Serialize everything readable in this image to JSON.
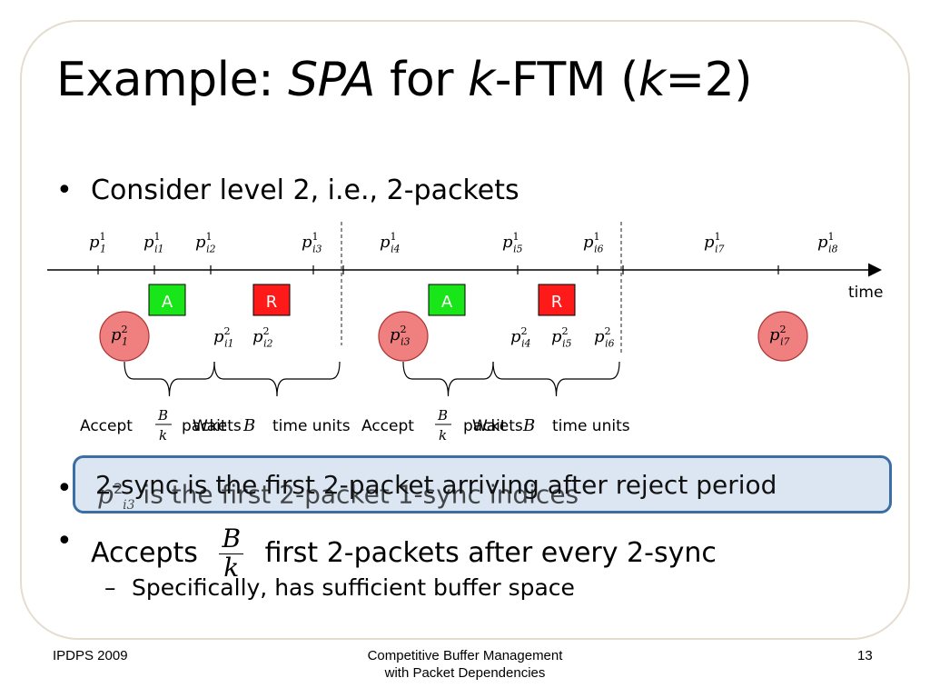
{
  "slide": {
    "title_prefix": "Example: ",
    "title_spa": "SPA",
    "title_for": " for ",
    "title_k": "k",
    "title_ftm": "-FTM (",
    "title_k2": "k",
    "title_eq": "=2)"
  },
  "bullets": {
    "b1": "Consider level 2, i.e., 2-packets",
    "b2_front": "2-sync is the first 2-packet arriving after reject period",
    "b2_back": "is the first 2-packet 1-sync indices",
    "b2_var": "p",
    "b2_sup": "2",
    "b2_sub": "i3",
    "b3_pre": "Accepts",
    "b3_post": "first 2-packets after every 2-sync",
    "frac_num": "B",
    "frac_den": "k",
    "sub1": "Specifically, has sufficient buffer space"
  },
  "timeline": {
    "time_label": "time",
    "level1": [
      {
        "base": "p",
        "sup": "1",
        "sub": "1"
      },
      {
        "base": "p",
        "sup": "1",
        "sub": "i1"
      },
      {
        "base": "p",
        "sup": "1",
        "sub": "i2"
      },
      {
        "base": "p",
        "sup": "1",
        "sub": "i3"
      },
      {
        "base": "p",
        "sup": "1",
        "sub": "i4"
      },
      {
        "base": "p",
        "sup": "1",
        "sub": "i5"
      },
      {
        "base": "p",
        "sup": "1",
        "sub": "i6"
      },
      {
        "base": "p",
        "sup": "1",
        "sub": "i7"
      },
      {
        "base": "p",
        "sup": "1",
        "sub": "i8"
      }
    ],
    "boxes": [
      {
        "label": "A",
        "color": "#19e619"
      },
      {
        "label": "R",
        "color": "#ff1a1a"
      },
      {
        "label": "A",
        "color": "#19e619"
      },
      {
        "label": "R",
        "color": "#ff1a1a"
      }
    ],
    "circles": [
      {
        "base": "p",
        "sup": "2",
        "sub": "1"
      },
      {
        "base": "p",
        "sup": "2",
        "sub": "i3"
      },
      {
        "base": "p",
        "sup": "2",
        "sub": "i7"
      }
    ],
    "level2": [
      {
        "base": "p",
        "sup": "2",
        "sub": "i1"
      },
      {
        "base": "p",
        "sup": "2",
        "sub": "i2"
      },
      {
        "base": "p",
        "sup": "2",
        "sub": "i4"
      },
      {
        "base": "p",
        "sup": "2",
        "sub": "i5"
      },
      {
        "base": "p",
        "sup": "2",
        "sub": "i6"
      }
    ],
    "brace_labels": {
      "accept": "Accept",
      "packets": "packets",
      "wait": "Wait",
      "time_units": "time units",
      "B": "B",
      "k": "k"
    }
  },
  "footer": {
    "left": "IPDPS 2009",
    "center_line1": "Competitive Buffer Management",
    "center_line2": "with Packet Dependencies",
    "page": "13"
  },
  "colors": {
    "accept": "#19e619",
    "reject": "#ff1a1a",
    "circle_fill": "#f08080",
    "callout_bg": "#dce6f2",
    "callout_border": "#3b6ea5"
  }
}
